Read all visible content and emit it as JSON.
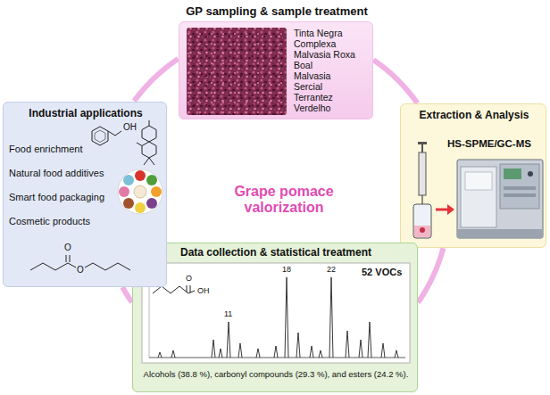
{
  "diagram": {
    "nodes": [
      {
        "text": [
          "GP sampling & sample treatment",
          "Tinta Negra",
          "Complexa",
          "Malvasia Roxa",
          "Boal",
          "Malvasia",
          "Sercial",
          "Terrantez",
          "Verdelho"
        ]
      },
      {
        "text": [
          "Extraction & Analysis",
          "HS-SPME/GC-MS"
        ]
      },
      {
        "text": [
          "Data collection & statistical treatment",
          "52 VOCs",
          "Alcohols (38.8 %), carbonyl compounds (29.3 %), and esters (24.2 %)."
        ]
      },
      {
        "text": [
          "Industrial applications",
          "Food enrichment",
          "Natural food additives",
          "Smart food packaging",
          "Cosmetic products"
        ]
      }
    ],
    "edges": [
      {
        "from": 0,
        "to": 1,
        "arrow": "none"
      },
      {
        "from": 1,
        "to": 2,
        "arrow": "none"
      },
      {
        "from": 2,
        "to": 3,
        "arrow": "none"
      },
      {
        "from": 3,
        "to": 0,
        "arrow": "none"
      }
    ],
    "labels": [
      "Grape pomace valorization",
      "11",
      "18",
      "22",
      "OH",
      "O",
      "O",
      "O",
      "OH"
    ]
  }
}
